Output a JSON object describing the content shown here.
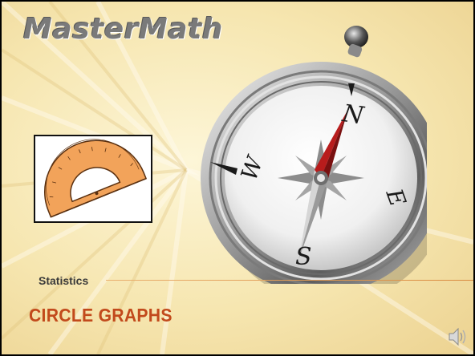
{
  "slide": {
    "brand": "MasterMath",
    "subtitle": "Statistics",
    "title": "CIRCLE GRAPHS"
  },
  "compass": {
    "north": "N",
    "south": "S",
    "east": "E",
    "west": "W"
  },
  "icons": {
    "protractor": "protractor-icon",
    "compass": "compass-icon",
    "audio": "speaker-icon"
  },
  "colors": {
    "background": "#f6e6b0",
    "title": "#c24a1c",
    "brand": "#7a7a7a",
    "divider": "#e0a060",
    "needle_north": "#b81c1c",
    "protractor": "#f2a35a"
  }
}
